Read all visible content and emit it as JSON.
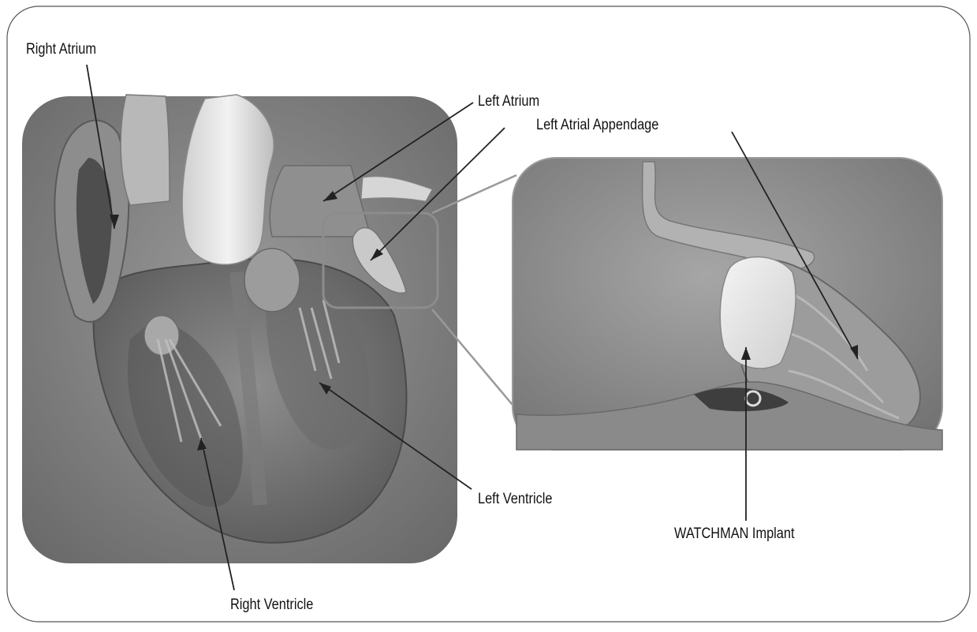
{
  "labels": {
    "right_atrium": "Right Atrium",
    "left_atrium": "Left Atrium",
    "left_atrial_appendage": "Left Atrial Appendage",
    "left_ventricle": "Left Ventricle",
    "right_ventricle": "Right Ventricle",
    "watchman_implant": "WATCHMAN Implant"
  }
}
